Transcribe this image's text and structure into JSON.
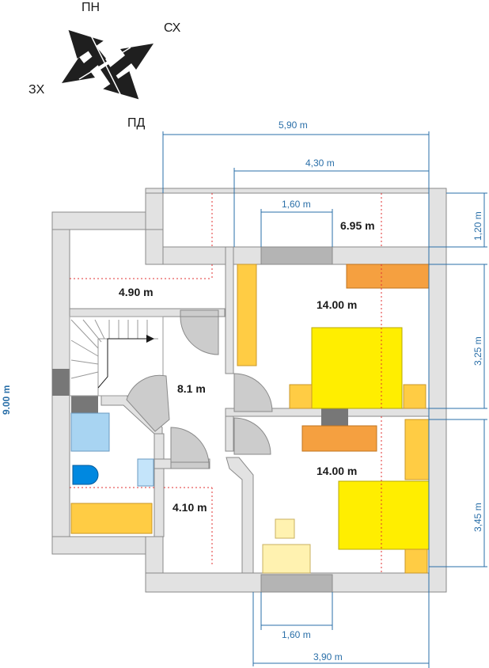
{
  "compass": {
    "north": "ПН",
    "east": "СХ",
    "west": "ЗХ",
    "south": "ПД"
  },
  "rooms": {
    "balcony_area": "6.95 m",
    "landing_area": "4.90 m",
    "hall_area": "8.1 m",
    "bath_area": "4.10 m",
    "bedroom_top_area": "14.00 m",
    "bedroom_bottom_area": "14.00 m"
  },
  "dimensions": {
    "top_total": "5,90 m",
    "top_inner": "4,30 m",
    "top_window": "1,60 m",
    "right_balcony": "1,20 m",
    "right_bedroom_top": "3,25 m",
    "right_bedroom_bottom": "3,45 m",
    "left_total": "9.00 m",
    "bottom_window": "1,60 m",
    "bottom_total": "3,90 m"
  },
  "colors": {
    "wall": "#e2e2e2",
    "wall_stroke": "#8a8a8a",
    "dimension": "#2a6fa8",
    "bed": "#ffee00",
    "wardrobe": "#ffcc44",
    "dresser": "#f5a040",
    "bathtub": "#a8d4f2",
    "sink": "#0088e0",
    "toilet": "#c4e4fa",
    "chimney": "#777777",
    "window": "#b4b4b4",
    "desk": "#fff2b0",
    "door": "#cccccc"
  }
}
